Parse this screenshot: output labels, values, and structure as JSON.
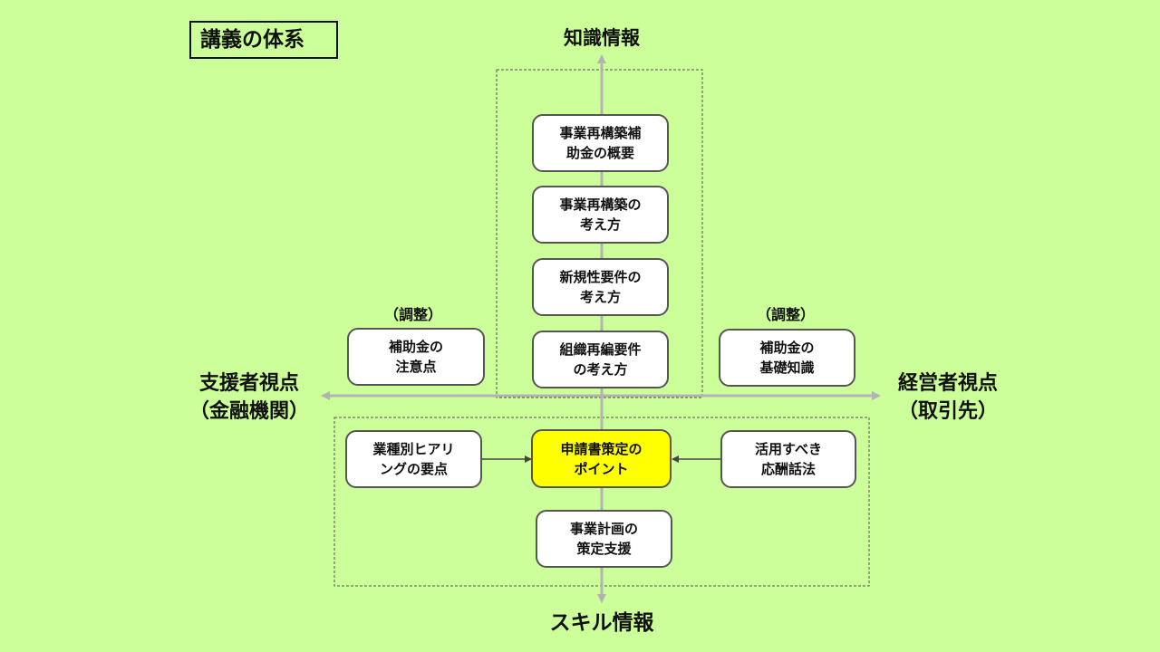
{
  "title": "講義の体系",
  "axes": {
    "top": "知識情報",
    "bottom": "スキル情報",
    "left_line1": "支援者視点",
    "left_line2": "（金融機関）",
    "right_line1": "経営者視点",
    "right_line2": "（取引先）"
  },
  "notes": {
    "left": "（調整）",
    "right": "（調整）"
  },
  "nodes": {
    "overview": "事業再構築補\n助金の概要",
    "restructuring_approach": "事業再構築の\n考え方",
    "novelty_requirements": "新規性要件の\n考え方",
    "reorganization_requirements": "組織再編要件\nの考え方",
    "subsidy_notes": "補助金の\n注意点",
    "subsidy_basics": "補助金の\n基礎知識",
    "industry_hearing": "業種別ヒアリ\nングの要点",
    "application_points": "申請書策定の\nポイント",
    "response_techniques": "活用すべき\n応酬話法",
    "business_plan_support": "事業計画の\n策定支援"
  },
  "colors": {
    "background": "#ccff99",
    "highlight": "#ffff00",
    "node_fill": "#ffffff",
    "axis": "#b3b3b3"
  }
}
